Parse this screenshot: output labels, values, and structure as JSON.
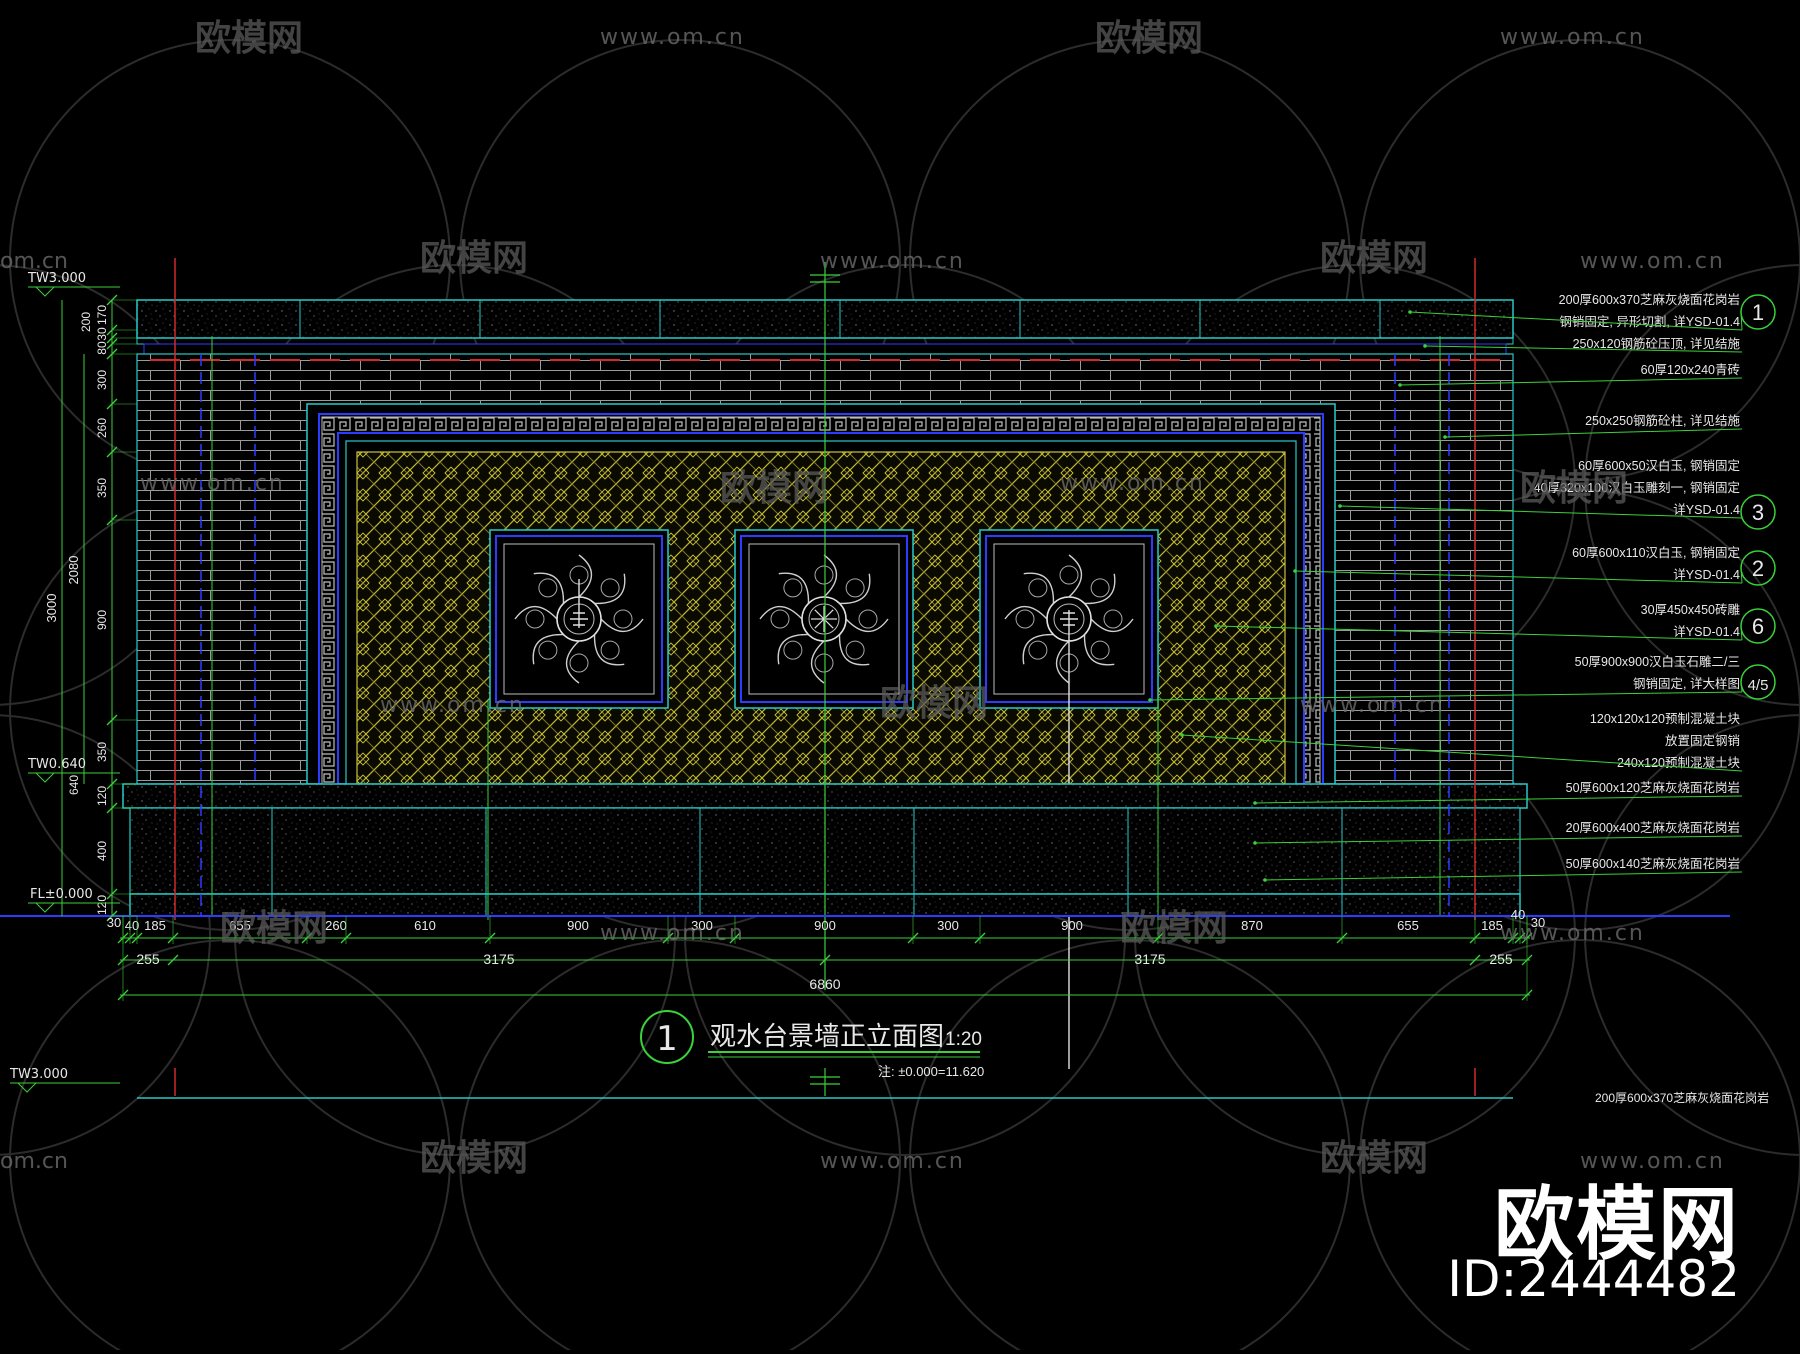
{
  "colors": {
    "background": "#000000",
    "green": "#3ad13a",
    "cyan": "#29c9c9",
    "blue": "#2b3cff",
    "yellow": "#c9c23a",
    "red": "#d12a2a",
    "white": "#e8e8e8",
    "gray": "#8a8a8a"
  },
  "drawing": {
    "title": "观水台景墙正立面图",
    "scale": "1:20",
    "note": "注: ±0.000=11.620",
    "number": "1"
  },
  "levels": {
    "top": "TW3.000",
    "mid": "TW0.640",
    "floor": "FL±0.000",
    "next_top": "TW3.000"
  },
  "left_dims": {
    "overall": "3000",
    "sub": "2080",
    "segments": [
      "170",
      "30",
      "200",
      "80",
      "300",
      "260",
      "350",
      "900",
      "350",
      "120",
      "400",
      "640",
      "120"
    ]
  },
  "bottom_dims": {
    "row1": [
      "30",
      "40",
      "185",
      "655",
      "260",
      "610",
      "900",
      "300",
      "900",
      "300",
      "900",
      "870",
      "655",
      "185",
      "40",
      "30"
    ],
    "row2": [
      "255",
      "3175",
      "3175",
      "255"
    ],
    "overall": "6860"
  },
  "callouts": [
    {
      "lines": [
        "200厚600x370芝麻灰烧面花岗岩",
        "钢销固定, 异形切割, 详YSD-01.4"
      ],
      "tag": "1"
    },
    {
      "lines": [
        "250x120钢筋砼压顶, 详见结施"
      ],
      "tag": ""
    },
    {
      "lines": [
        "60厚120x240青砖"
      ],
      "tag": ""
    },
    {
      "lines": [
        "250x250钢筋砼柱, 详见结施"
      ],
      "tag": ""
    },
    {
      "lines": [
        "60厚600x50汉白玉, 钢销固定",
        "40厚320x100汉白玉雕刻一, 钢销固定",
        "详YSD-01.4"
      ],
      "tag": "3"
    },
    {
      "lines": [
        "60厚600x110汉白玉, 钢销固定",
        "详YSD-01.4"
      ],
      "tag": "2"
    },
    {
      "lines": [
        "30厚450x450砖雕",
        "详YSD-01.4"
      ],
      "tag": "6"
    },
    {
      "lines": [
        "50厚900x900汉白玉石雕二/三",
        "钢销固定, 详大样图"
      ],
      "tag": "4/5"
    },
    {
      "lines": [
        "120x120x120预制混凝土块",
        "放置固定钢销",
        "240x120预制混凝土块"
      ],
      "tag": ""
    },
    {
      "lines": [
        "50厚600x120芝麻灰烧面花岗岩"
      ],
      "tag": ""
    },
    {
      "lines": [
        "20厚600x400芝麻灰烧面花岗岩"
      ],
      "tag": ""
    },
    {
      "lines": [
        "50厚600x140芝麻灰烧面花岗岩"
      ],
      "tag": ""
    }
  ],
  "next_callout": "200厚600x370芝麻灰烧面花岗岩",
  "watermarks": {
    "brand": "欧模网",
    "url": "www.om.cn",
    "url_short": "om.cn",
    "id": "ID:2444482"
  }
}
